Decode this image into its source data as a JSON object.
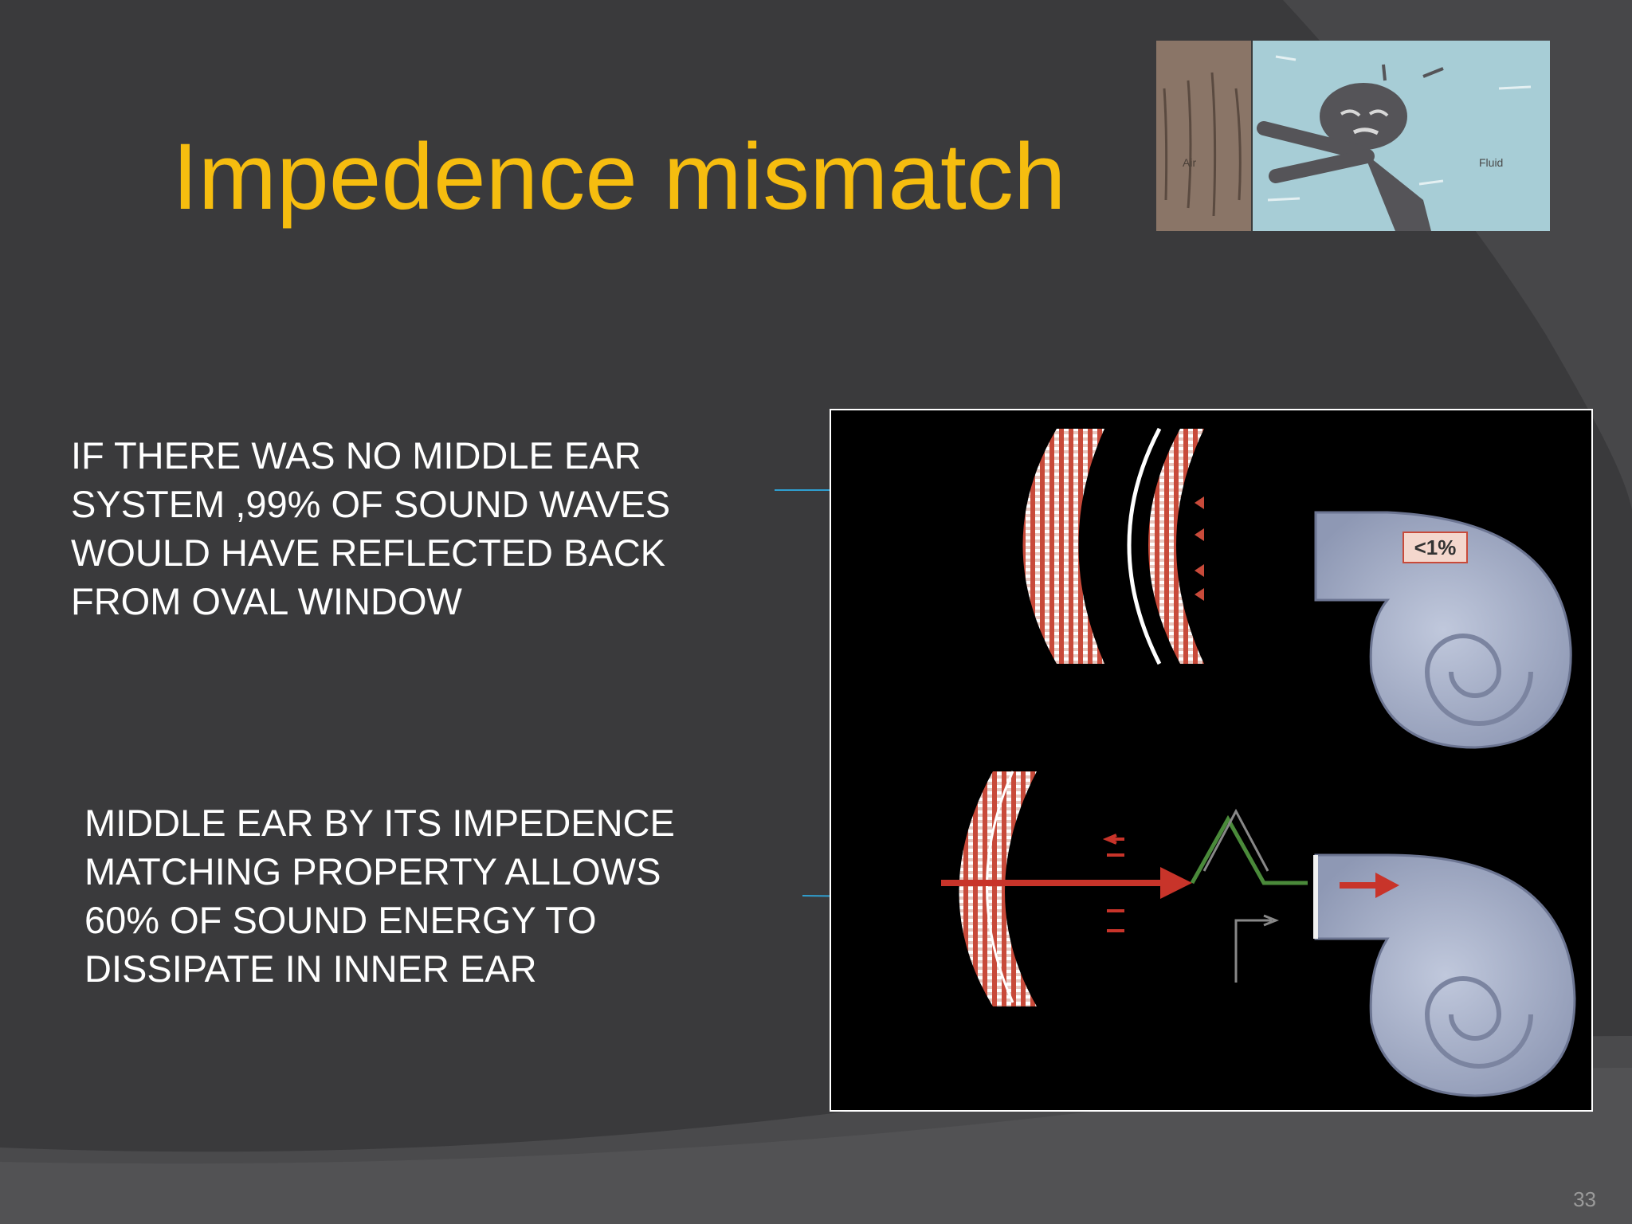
{
  "slide": {
    "title": "Impedence mismatch",
    "page_number": "33"
  },
  "text_blocks": [
    {
      "lines": [
        "IF THERE WAS NO MIDDLE EAR",
        "SYSTEM ,99% OF SOUND WAVES",
        "WOULD HAVE REFLECTED BACK",
        "FROM OVAL WINDOW"
      ]
    },
    {
      "lines": [
        "MIDDLE EAR BY ITS IMPEDENCE",
        "MATCHING PROPERTY ALLOWS",
        "60% OF SOUND ENERGY TO",
        "DISSIPATE IN INNER EAR"
      ]
    }
  ],
  "cartoon": {
    "labels": [
      "Air",
      "Fluid"
    ]
  },
  "diagram": {
    "transmission_label": "<1%"
  },
  "colors": {
    "background": "#3a3a3c",
    "title": "#f6bd0f",
    "pointer_arrow": "#2f9fd0",
    "wave_red": "#c84a3a",
    "cochlea": "#a2acc6"
  }
}
